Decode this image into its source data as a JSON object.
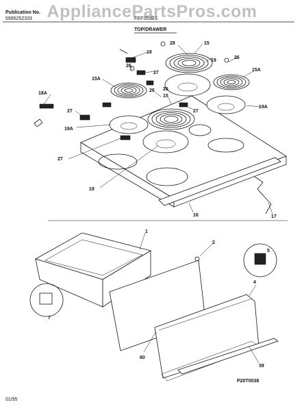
{
  "header": {
    "publication_label": "Publication No.",
    "publication_number": "5995252333",
    "model": "FEF355BS",
    "section_title": "TOP/DRAWER"
  },
  "watermark": "AppliancePartsPros.com",
  "callouts": {
    "c1": "1",
    "c2": "2",
    "c4": "4",
    "c5": "5",
    "c7": "7",
    "c15": "15",
    "c15_b": "15",
    "c15a_l": "15A",
    "c15a_r": "15A",
    "c16": "16",
    "c17": "17",
    "c18": "18",
    "c18a": "18A",
    "c19_top": "19",
    "c19_bot": "19",
    "c19a_l": "19A",
    "c19a_r": "19A",
    "c26_a": "26",
    "c26_b": "26",
    "c26_c": "26",
    "c26_d": "26",
    "c27_a": "27",
    "c27_b": "27",
    "c27_c": "27",
    "c27_d": "27",
    "c28": "28",
    "c39": "39",
    "c60": "60"
  },
  "diagram_code": "P20T0038",
  "footer": {
    "date": "01/95"
  }
}
